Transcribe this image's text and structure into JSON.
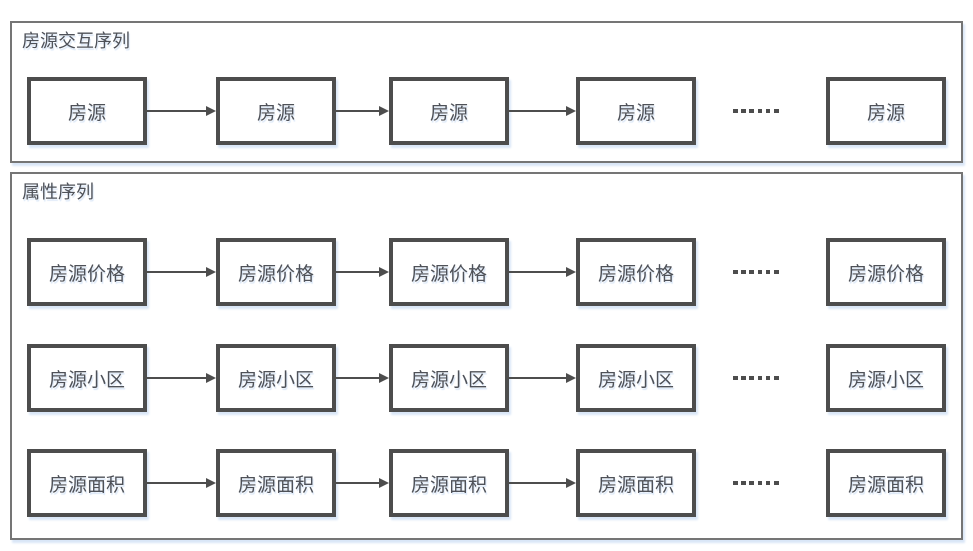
{
  "diagram": {
    "panels": [
      {
        "label": "房源交互序列",
        "rows": [
          {
            "key": "listing",
            "node_label": "房源",
            "node_count": 5
          }
        ]
      },
      {
        "label": "属性序列",
        "rows": [
          {
            "key": "price",
            "node_label": "房源价格",
            "node_count": 5
          },
          {
            "key": "community",
            "node_label": "房源小区",
            "node_count": 5
          },
          {
            "key": "area",
            "node_label": "房源面积",
            "node_count": 5
          }
        ]
      }
    ],
    "ellipsis": "......",
    "colors": {
      "node_border": "#4d4d4d",
      "panel_border": "#757575",
      "text": "#4e5158",
      "arrow": "#4d4d4d",
      "shadow": "#d9e6f7",
      "background": "#ffffff"
    }
  }
}
